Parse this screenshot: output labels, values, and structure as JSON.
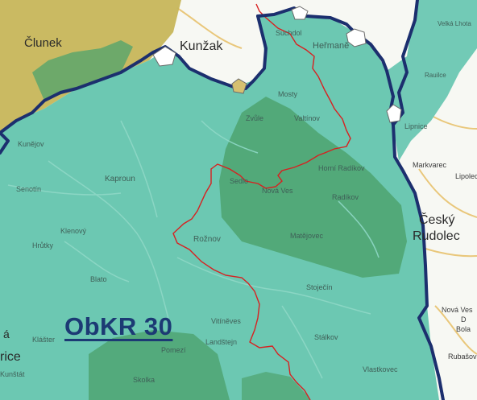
{
  "region_label": "ObKR 30",
  "places": {
    "clunek": "Člunek",
    "kunzak": "Kunžak",
    "suchdol": "Suchdol",
    "hermane": "Heřmaně",
    "velka_lhota": "Velká Lhota",
    "lipnice": "Lipnice",
    "raulice": "Rauilce",
    "kunejov": "Kunějov",
    "zvule": "Zvůle",
    "valtinov": "Valtínov",
    "mosty": "Mosty",
    "markvarec": "Markvarec",
    "lipolec": "Lipolec",
    "horni_radikov": "Horní Radíkov",
    "radikov": "Radíkov",
    "nova_ves": "Nová Ves",
    "sedlo": "Sedlo",
    "kaproun": "Kaproun",
    "senotin": "Senotín",
    "klenovy": "Klenový",
    "hrutky": "Hrůtky",
    "roznov": "Rožnov",
    "matejovec": "Matějovec",
    "cesky_rudolec_1": "Český",
    "cesky_rudolec_2": "Rudolec",
    "blato": "Blato",
    "stoplecin": "Stoječín",
    "vitineves": "Vitíněves",
    "landstejn": "Landštejn",
    "stalkov": "Stálkov",
    "vlastkovec": "Vlastkovec",
    "klaster": "Klášter",
    "pomezi": "Pomezí",
    "slavonice_part": "rice",
    "slavonice_a": "á",
    "rubasov": "Rubašov",
    "nova_ves_2": "Nová Ves",
    "d_abbr": "D",
    "bola": "Bola",
    "skolka": "Skolka",
    "kunstat": "Kunštát"
  },
  "colors": {
    "teal_region": "#6cc8b2",
    "dark_green": "#4ea36e",
    "olive_region": "#c7b65a",
    "boundary": "#1c2f6e",
    "red_route": "#d82020",
    "label": "#1c3a74"
  },
  "icons": {
    "town_marker": "town-marker-icon"
  }
}
